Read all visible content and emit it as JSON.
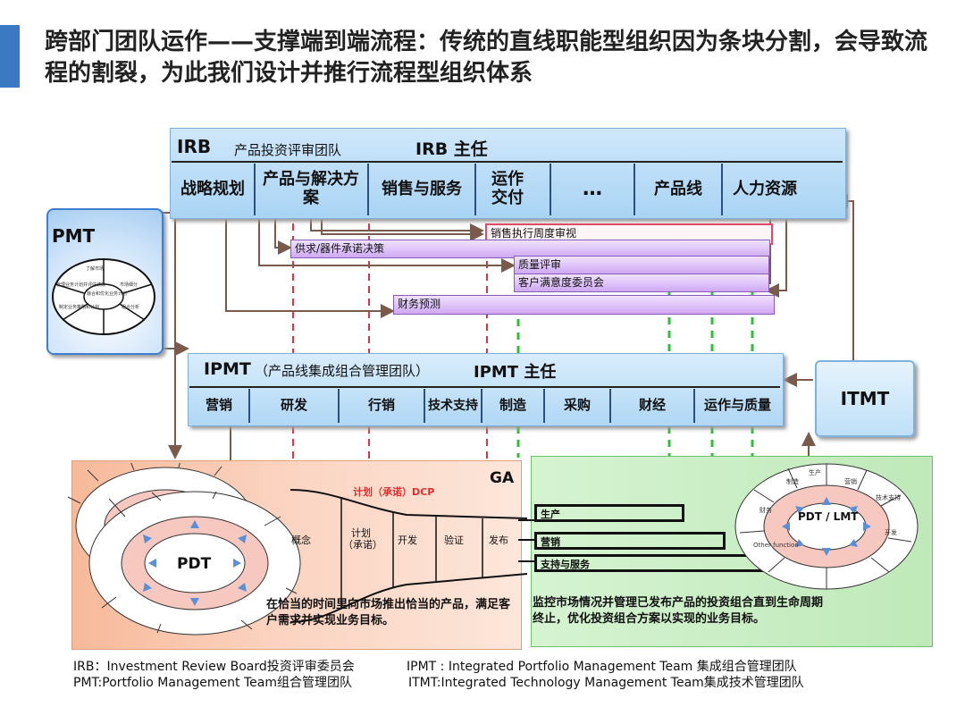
{
  "title": "跨部门团队运作——支撑端到端流程：传统的直线职能型组织因为条块分割，会导致流程的割裂，为此我们设计并推行流程型组织体系",
  "irb": {
    "title": "IRB",
    "subtitle": "产品投资评审团队",
    "chair": "IRB 主任",
    "cells": [
      "战略规划",
      "产品与解决方案",
      "销售与服务",
      "运作交付",
      "…",
      "产品线",
      "人力资源"
    ]
  },
  "bars": {
    "sales_review": "销售执行周度审视",
    "supply_decision": "供求/器件承诺决策",
    "quality_review": "质量评审",
    "customer_satisfaction": "客户满意度委员会",
    "financial_forecast": "财务预测"
  },
  "pmt": {
    "label": "PMT",
    "wheel": [
      "了解市场",
      "市场细分",
      "组合分析",
      "融合和优化业务计划",
      "管理业务计划并评估绩效",
      "制定业务策略和计划"
    ]
  },
  "ipmt": {
    "title": "IPMT",
    "subtitle": "（产品线集成组合管理团队）",
    "chair": "IPMT 主任",
    "cells": [
      "营销",
      "研发",
      "行销",
      "技术支持",
      "制造",
      "采购",
      "财经",
      "运作与质量"
    ]
  },
  "itmt": {
    "label": "ITMT"
  },
  "left_panel": {
    "ga": "GA",
    "dcp": "计划（承诺）DCP",
    "phases": [
      "概念",
      "计划（承诺）",
      "开发",
      "验证",
      "发布"
    ],
    "pdt": "PDT",
    "description": "在恰当的时间里向市场推出恰当的产品，满足客户需求并实现业务目标。"
  },
  "right_panel": {
    "outputs": [
      "生产",
      "营销",
      "支持与服务"
    ],
    "ring_center": "PDT / LMT",
    "ring_labels": [
      "生产",
      "营销",
      "制造",
      "技术支持",
      "开发",
      "Other function",
      "财务"
    ],
    "description": "监控市场情况并管理已发布产品的投资组合直到生命周期终止，优化投资组合方案以实现的业务目标。"
  },
  "footnotes": {
    "irb": "IRB：Investment Review Board投资评审委员会",
    "ipmt": "IPMT : Integrated Portfolio Management Team 集成组合管理团队",
    "pmt": "PMT:Portfolio Management Team组合管理团队",
    "itmt": "ITMT:Integrated Technology Management Team集成技术管理团队"
  },
  "colors": {
    "accent": "#3b79c2",
    "irb_fill": "#b8dcf7",
    "bar_purple": "#d9b8f6",
    "bar_pink_border": "#e04a6a",
    "dcp_red": "#e03030",
    "left_panel": "#f9c8b0",
    "right_panel": "#c8eec2"
  }
}
